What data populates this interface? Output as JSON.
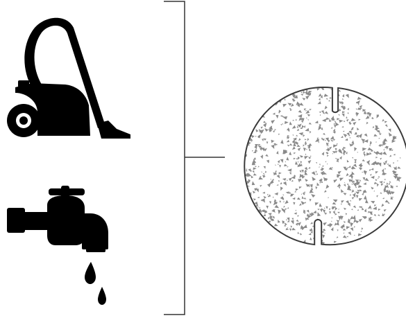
{
  "diagram": {
    "items": [
      {
        "id": "vacuum",
        "icon": "vacuum-cleaner-icon"
      },
      {
        "id": "tap",
        "icon": "water-tap-icon"
      }
    ],
    "target": {
      "icon": "porous-disc-icon"
    },
    "connector": "bracket-joining-items-to-target"
  },
  "colors": {
    "icon_fill": "#000000",
    "disc_outline": "#3a3a3a",
    "disc_fill": "#ffffff",
    "speckle": "#8a8a8a",
    "line": "#333333",
    "background": "#ffffff"
  }
}
